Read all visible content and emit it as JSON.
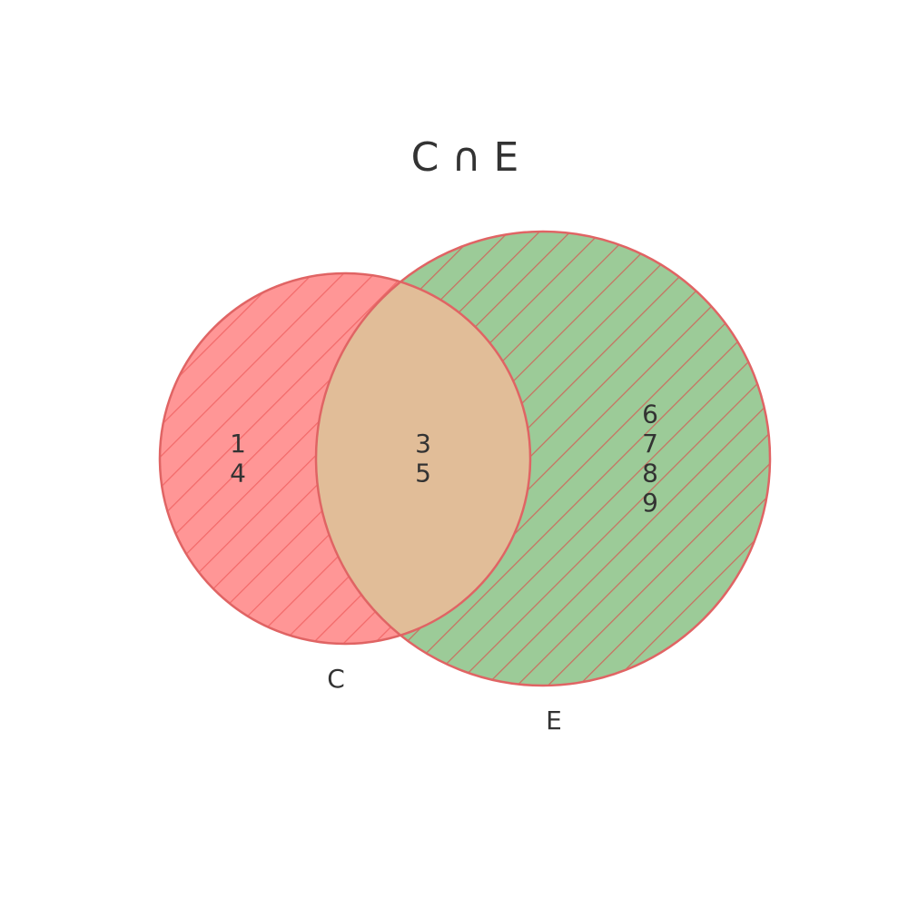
{
  "title": "C ∩ E",
  "colors": {
    "set_c_fill": "#ff9696",
    "set_e_fill": "#9ccb98",
    "intersection_fill": "#e1bd98",
    "outline": "#e06464",
    "hatch_c": "#f26a6a",
    "hatch_e": "#c97060",
    "text": "#333333"
  },
  "sets": [
    {
      "name": "C",
      "label": "C",
      "only_elements": [
        "1",
        "4"
      ]
    },
    {
      "name": "E",
      "label": "E",
      "only_elements": [
        "6",
        "7",
        "8",
        "9"
      ]
    }
  ],
  "intersection": {
    "elements": [
      "3",
      "5"
    ]
  },
  "highlighted": "intersection"
}
